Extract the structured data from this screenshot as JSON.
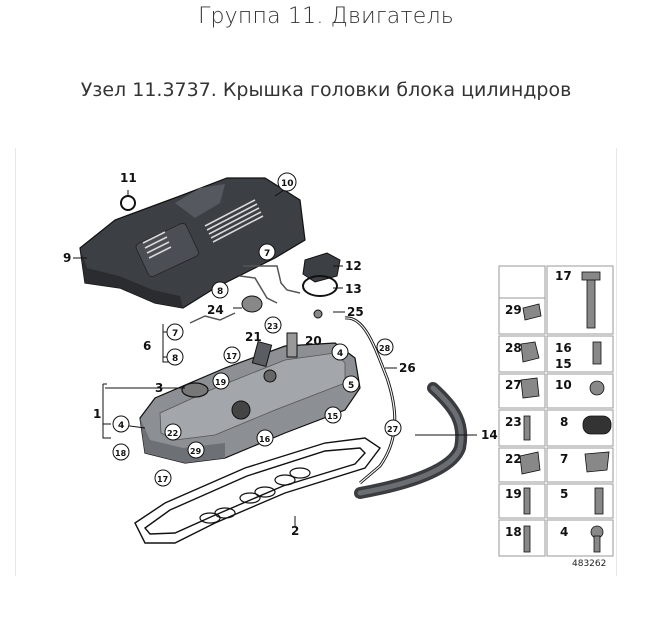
{
  "header": {
    "title": "Группа 11. Двигатель",
    "subtitle": "Узел 11.3737. Крышка головки блока цилиндров"
  },
  "diagram": {
    "drawing_number": "483262",
    "callouts": {
      "c1": "1",
      "c2": "2",
      "c3": "3",
      "c4a": "4",
      "c4b": "4",
      "c5": "5",
      "c6": "6",
      "c7a": "7",
      "c7b": "7",
      "c8a": "8",
      "c8b": "8",
      "c9": "9",
      "c10": "10",
      "c11": "11",
      "c12": "12",
      "c13": "13",
      "c14": "14",
      "c15": "15",
      "c16": "16",
      "c17a": "17",
      "c17b": "17",
      "c18": "18",
      "c19": "19",
      "c20": "20",
      "c21": "21",
      "c22": "22",
      "c23": "23",
      "c24": "24",
      "c25": "25",
      "c26": "26",
      "c27": "27",
      "c28": "28",
      "c29": "29"
    },
    "side_panel": {
      "p17": "17",
      "p29": "29",
      "p16": "16",
      "p15": "15",
      "p28": "28",
      "p27": "27",
      "p10": "10",
      "p23": "23",
      "p8": "8",
      "p22": "22",
      "p7": "7",
      "p19": "19",
      "p5": "5",
      "p18": "18",
      "p4": "4"
    }
  },
  "colors": {
    "cover": "#3c3f44",
    "head": "#8c8f93",
    "line": "#111111",
    "panel_border": "#9a9a9a"
  }
}
